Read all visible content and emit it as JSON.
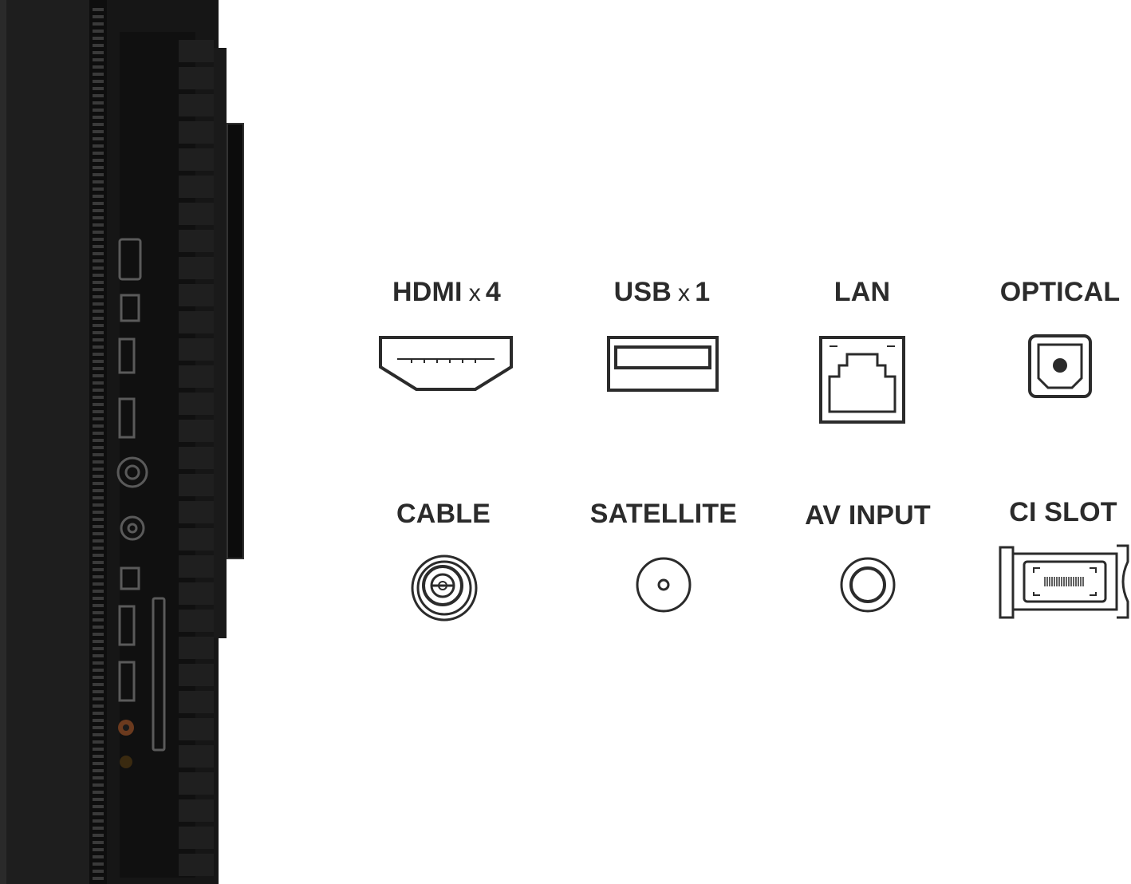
{
  "product_image": {
    "description_icon": "tv-side-panel-ports",
    "panel_color": "#141414",
    "port_color": "#4a4a4a"
  },
  "connectors": [
    {
      "name": "HDMI",
      "multiplier": "x",
      "count": "4",
      "icon": "hdmi-port-icon"
    },
    {
      "name": "USB",
      "multiplier": "x",
      "count": "1",
      "icon": "usb-port-icon"
    },
    {
      "name": "LAN",
      "icon": "lan-port-icon"
    },
    {
      "name": "OPTICAL",
      "icon": "optical-port-icon"
    },
    {
      "name": "CABLE",
      "icon": "cable-port-icon"
    },
    {
      "name": "SATELLITE",
      "icon": "satellite-port-icon"
    },
    {
      "name": "AV INPUT",
      "icon": "av-input-port-icon"
    },
    {
      "name": "CI SLOT",
      "icon": "ci-slot-icon"
    }
  ],
  "colors": {
    "icon_stroke": "#2b2b2b",
    "text": "#2b2b2b",
    "background": "#ffffff"
  }
}
